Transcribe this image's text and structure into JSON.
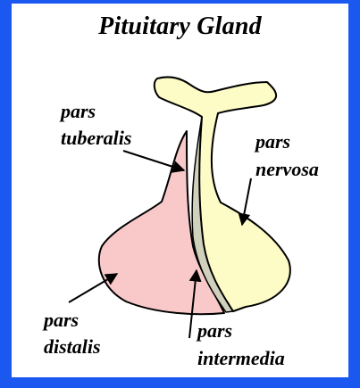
{
  "colors": {
    "frame": "#1a58f0",
    "panel": "#ffffff",
    "pars_nervosa": "#fdfbc6",
    "pars_distalis": "#f9c9c9",
    "pars_intermedia": "#cfd1bc",
    "outline": "#000000"
  },
  "title": "Pituitary Gland",
  "labels": {
    "tuberalis_line1": "pars",
    "tuberalis_line2": "tuberalis",
    "nervosa_line1": "pars",
    "nervosa_line2": "nervosa",
    "distalis_line1": "pars",
    "distalis_line2": "distalis",
    "intermedia_line1": "pars",
    "intermedia_line2": "intermedia"
  }
}
